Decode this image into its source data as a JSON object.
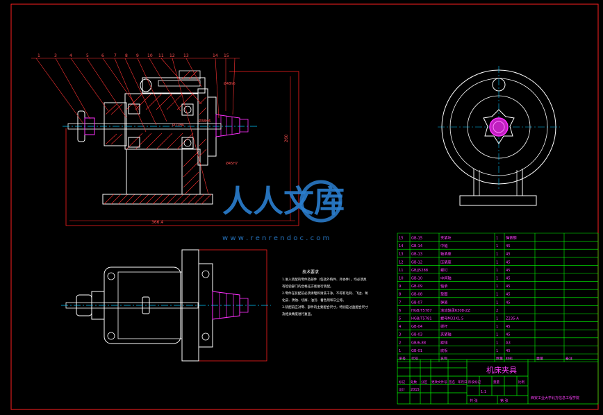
{
  "watermark": {
    "brand": "人人文库",
    "url": "w w w . r e n r e n d o c . c o m"
  },
  "colors": {
    "background": "#000000",
    "frame": "#ff2020",
    "outline": "#ffffff",
    "section": "#ff3030",
    "center": "#00c8ff",
    "part_fill": "#ff30ff",
    "leader": "#ff3333",
    "table": "#00ff00",
    "table_text": "#ff40ff",
    "watermark": "#2b7fd0"
  },
  "front_view": {
    "balloons": [
      "1",
      "3",
      "4",
      "5",
      "6",
      "7",
      "8",
      "9",
      "10",
      "11",
      "12",
      "13",
      "14",
      "15"
    ],
    "dim_width": "366.4",
    "dim_height": "260",
    "dim_thread": "Ø48h6",
    "dim_spindle": "Ø38H6",
    "dim_bore": "Ø45H7",
    "dim_base": "Ø72H6"
  },
  "tech_notes": {
    "title": "技术要求",
    "lines": [
      "1.进入装配的零件及部件（包括外购件、外协件），均必须具",
      "有检验部门的合格证方能进行装配。",
      "2.零件在装配前必须清理和清洗干净，不得有毛刺、飞边、氧",
      "化皮、锈蚀、切屑、油污、着色剂和灰尘等。",
      "3.装配前应对零、部件的主要配合尺寸，特别是过盈配合尺寸",
      "及相关精度进行复查。"
    ]
  },
  "parts_list": {
    "rows": [
      {
        "no": "15",
        "code": "GB-15",
        "name": "夹紧块",
        "qty": "1",
        "mat": "弹簧钢"
      },
      {
        "no": "14",
        "code": "GB-14",
        "name": "中轴",
        "qty": "1",
        "mat": "45"
      },
      {
        "no": "13",
        "code": "GB-13",
        "name": "轴承座",
        "qty": "1",
        "mat": "45"
      },
      {
        "no": "12",
        "code": "GB-12",
        "name": "压紧座",
        "qty": "1",
        "mat": "45"
      },
      {
        "no": "11",
        "code": "GB/J5288",
        "name": "螺钉",
        "qty": "1",
        "mat": "45"
      },
      {
        "no": "10",
        "code": "GB-10",
        "name": "中间轴",
        "qty": "1",
        "mat": "45"
      },
      {
        "no": "9",
        "code": "GB-09",
        "name": "轴承",
        "qty": "1",
        "mat": "45"
      },
      {
        "no": "8",
        "code": "GB-08",
        "name": "垫圈",
        "qty": "1",
        "mat": "45"
      },
      {
        "no": "7",
        "code": "GB-07",
        "name": "弹簧",
        "qty": "1",
        "mat": "45"
      },
      {
        "no": "6",
        "code": "HGB/T5787",
        "name": "滚动轴承6308-ZZ",
        "qty": "2",
        "mat": ""
      },
      {
        "no": "5",
        "code": "HGB/T5781",
        "name": "螺母M33X1.5",
        "qty": "1",
        "mat": "Z235-A"
      },
      {
        "no": "4",
        "code": "GB-04",
        "name": "拨杆",
        "qty": "1",
        "mat": "45"
      },
      {
        "no": "3",
        "code": "GB-03",
        "name": "夹紧轴",
        "qty": "1",
        "mat": "45"
      },
      {
        "no": "2",
        "code": "GB/6-88",
        "name": "旋钮",
        "qty": "1",
        "mat": "A3"
      },
      {
        "no": "1",
        "code": "GB-01",
        "name": "底板",
        "qty": "1",
        "mat": "45"
      }
    ],
    "header": [
      "序号",
      "代号",
      "名称",
      "数量",
      "材料",
      "重量",
      "备注"
    ]
  },
  "title_block": {
    "drawing_title": "机床夹具",
    "school": "西安工业大学北方信息工程学院",
    "labels": [
      "标记",
      "处数",
      "分区",
      "更改文件号",
      "签名",
      "年月日"
    ],
    "design_label": "设计",
    "date": "2015",
    "stage_labels": [
      "阶段标记",
      "重量",
      "比例"
    ],
    "scale": "1:1",
    "sheet_total": "共 张",
    "sheet_no": "第 张"
  }
}
